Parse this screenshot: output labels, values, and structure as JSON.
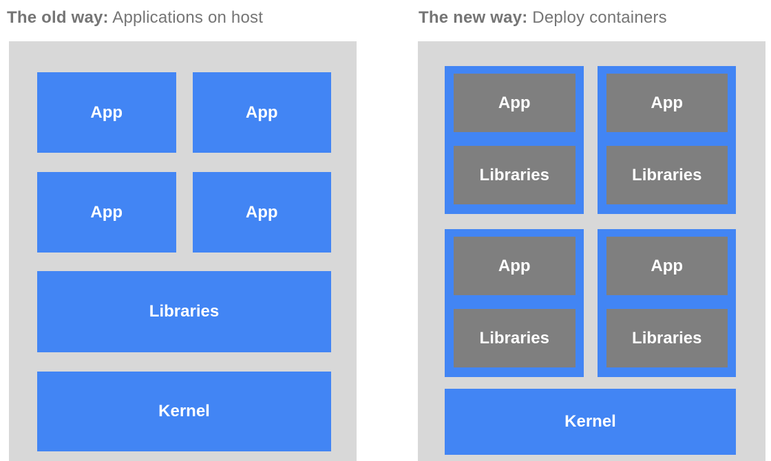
{
  "colors": {
    "panel_bg": "#d8d8d8",
    "blue": "#4285f4",
    "inner_gray": "#7f7f7f",
    "title_text": "#757575",
    "box_text": "#ffffff"
  },
  "old_way": {
    "title_bold": "The old way:",
    "title_rest": " Applications on host",
    "apps": [
      "App",
      "App",
      "App",
      "App"
    ],
    "libraries_label": "Libraries",
    "kernel_label": "Kernel"
  },
  "new_way": {
    "title_bold": "The new way:",
    "title_rest": " Deploy containers",
    "containers": [
      {
        "app": "App",
        "libraries": "Libraries"
      },
      {
        "app": "App",
        "libraries": "Libraries"
      },
      {
        "app": "App",
        "libraries": "Libraries"
      },
      {
        "app": "App",
        "libraries": "Libraries"
      }
    ],
    "kernel_label": "Kernel"
  }
}
